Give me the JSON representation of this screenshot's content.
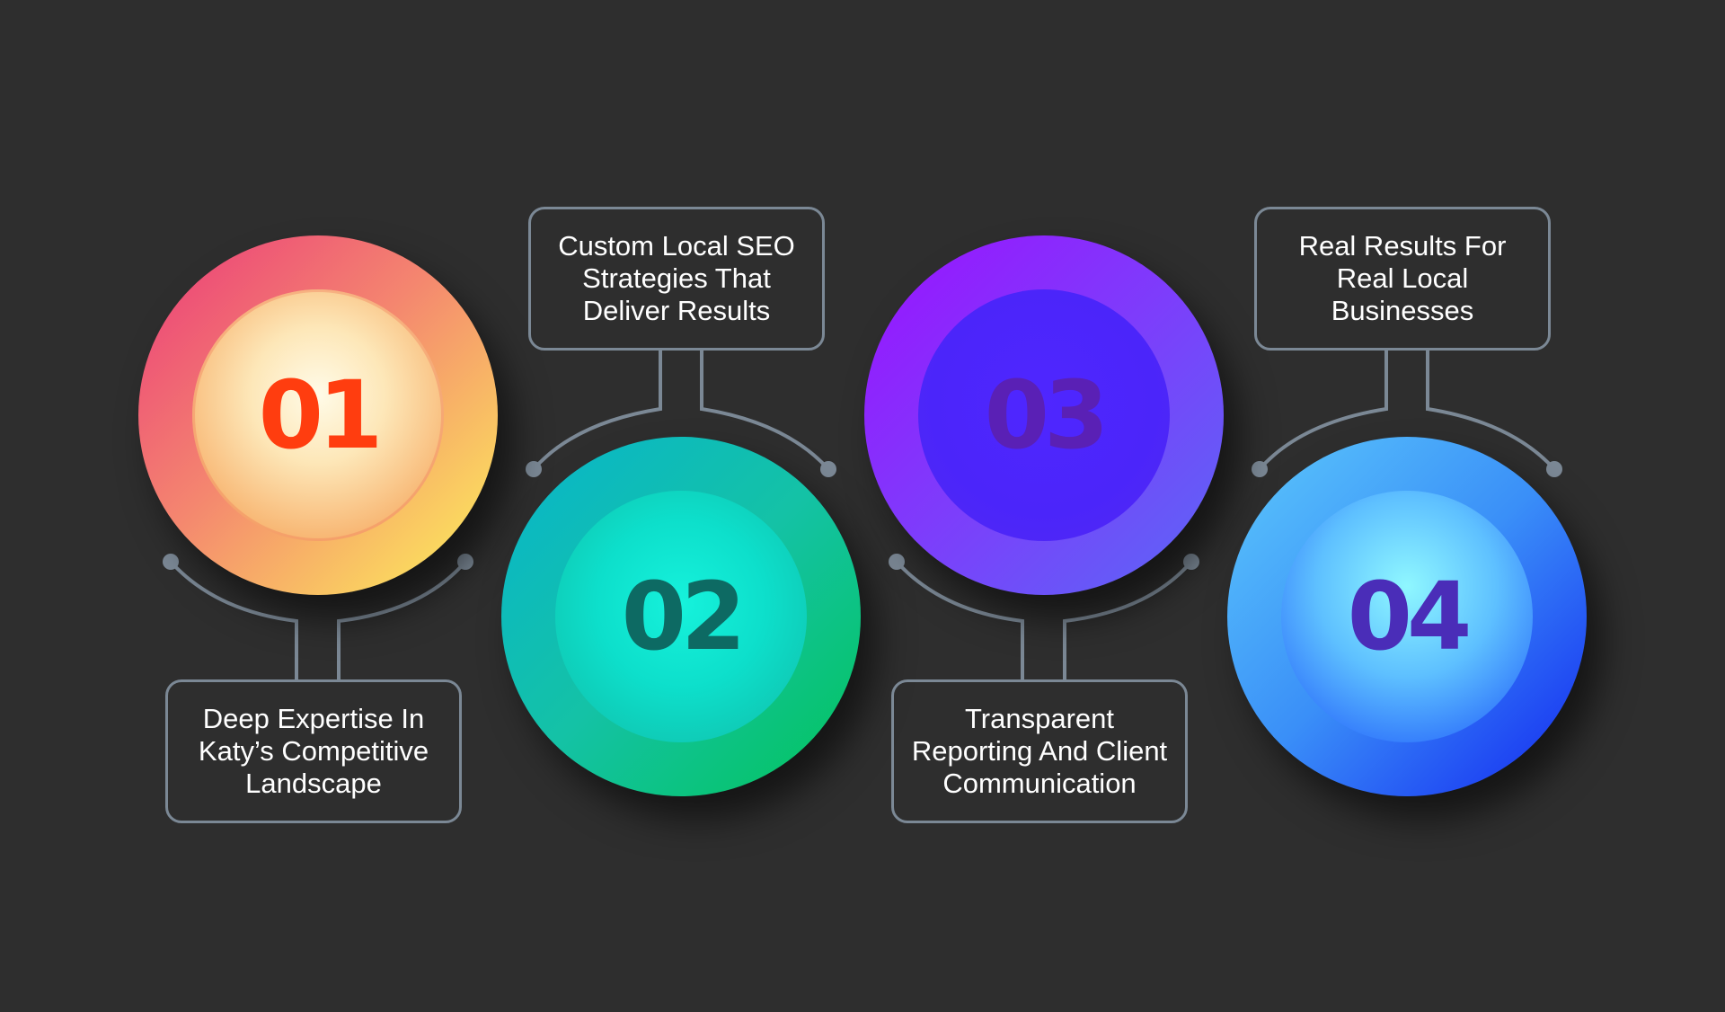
{
  "steps": [
    {
      "number": "01",
      "label": "Deep Expertise In Katy’s Competitive Landscape"
    },
    {
      "number": "02",
      "label": "Custom Local SEO Strategies That Deliver Results"
    },
    {
      "number": "03",
      "label": "Transparent Reporting And Client Communication"
    },
    {
      "number": "04",
      "label": "Real Results For Real Local Businesses"
    }
  ],
  "colors": {
    "background": "#2e2e2e",
    "connector": "#7b8895",
    "step1_number": "#ff3d0f",
    "step2_number": "#0d6a63",
    "step3_number": "#5a20b5",
    "step4_number": "#4a2db8"
  }
}
